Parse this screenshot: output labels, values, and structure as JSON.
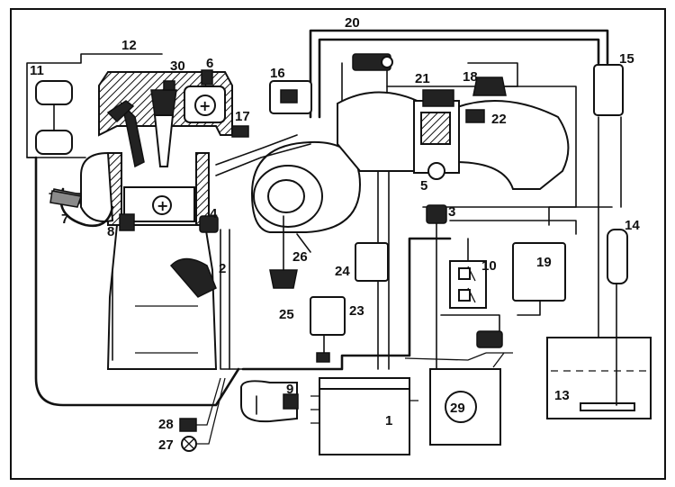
{
  "callouts": {
    "c1": "1",
    "c2": "2",
    "c3": "3",
    "c4": "4",
    "c5": "5",
    "c6": "6",
    "c7": "7",
    "c8": "8",
    "c9": "9",
    "c10": "10",
    "c11": "11",
    "c12": "12",
    "c13": "13",
    "c14": "14",
    "c15": "15",
    "c16": "16",
    "c17": "17",
    "c18": "18",
    "c19": "19",
    "c20": "20",
    "c21": "21",
    "c22": "22",
    "c23": "23",
    "c24": "24",
    "c25": "25",
    "c26": "26",
    "c27": "27",
    "c28": "28",
    "c29": "29",
    "c30": "30"
  },
  "icons": {
    "ecu": "rectangle-box",
    "battery": "battery-box",
    "fuel_tank": "tank",
    "lamp": "circle-x-lamp",
    "relay": "relay-block"
  },
  "colors": {
    "ink": "#111111",
    "paper": "#ffffff"
  }
}
